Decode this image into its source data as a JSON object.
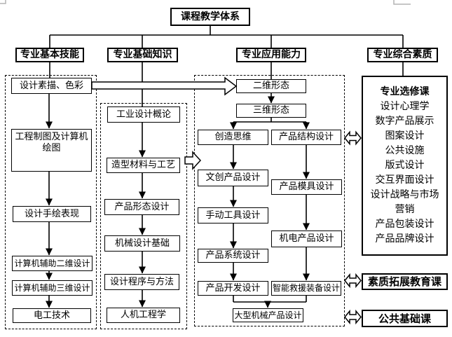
{
  "title": "课程教学体系",
  "branches": {
    "basic_skills": "专业基本技能",
    "basic_knowledge": "专业基础知识",
    "application_ability": "专业应用能力",
    "comprehensive_quality": "专业综合素质"
  },
  "basic_skills_courses": [
    "设计素描、色彩",
    "工程制图及计算机绘图",
    "设计手绘表现",
    "计算机辅助二维设计",
    "计算机辅助三维设计",
    "电工技术"
  ],
  "basic_knowledge_courses": [
    "工业设计概论",
    "造型材料与工艺",
    "产品形态设计",
    "机械设计基础",
    "设计程序与方法",
    "人机工程学"
  ],
  "application_courses": {
    "top": [
      "二维形态",
      "三维形态"
    ],
    "left": [
      "创造思维",
      "文创产品设计",
      "手动工具设计",
      "产品系统设计",
      "产品开发设计"
    ],
    "right": [
      "产品结构设计",
      "产品模具设计",
      "机电产品设计",
      "智能救援装备设计"
    ],
    "bottom": "大型机械产品设计"
  },
  "electives": {
    "heading": "专业选修课",
    "items": [
      "设计心理学",
      "数字产品展示",
      "图案设计",
      "公共设施",
      "版式设计",
      "交互界面设计",
      "设计战略与市场\n营销",
      "产品包装设计",
      "产品品牌设计"
    ]
  },
  "quality_courses": [
    "素质拓展教育课",
    "公共基础课"
  ],
  "colors": {
    "line": "#000000",
    "background": "#ffffff",
    "artifact_gray": "#b3b3b3"
  }
}
